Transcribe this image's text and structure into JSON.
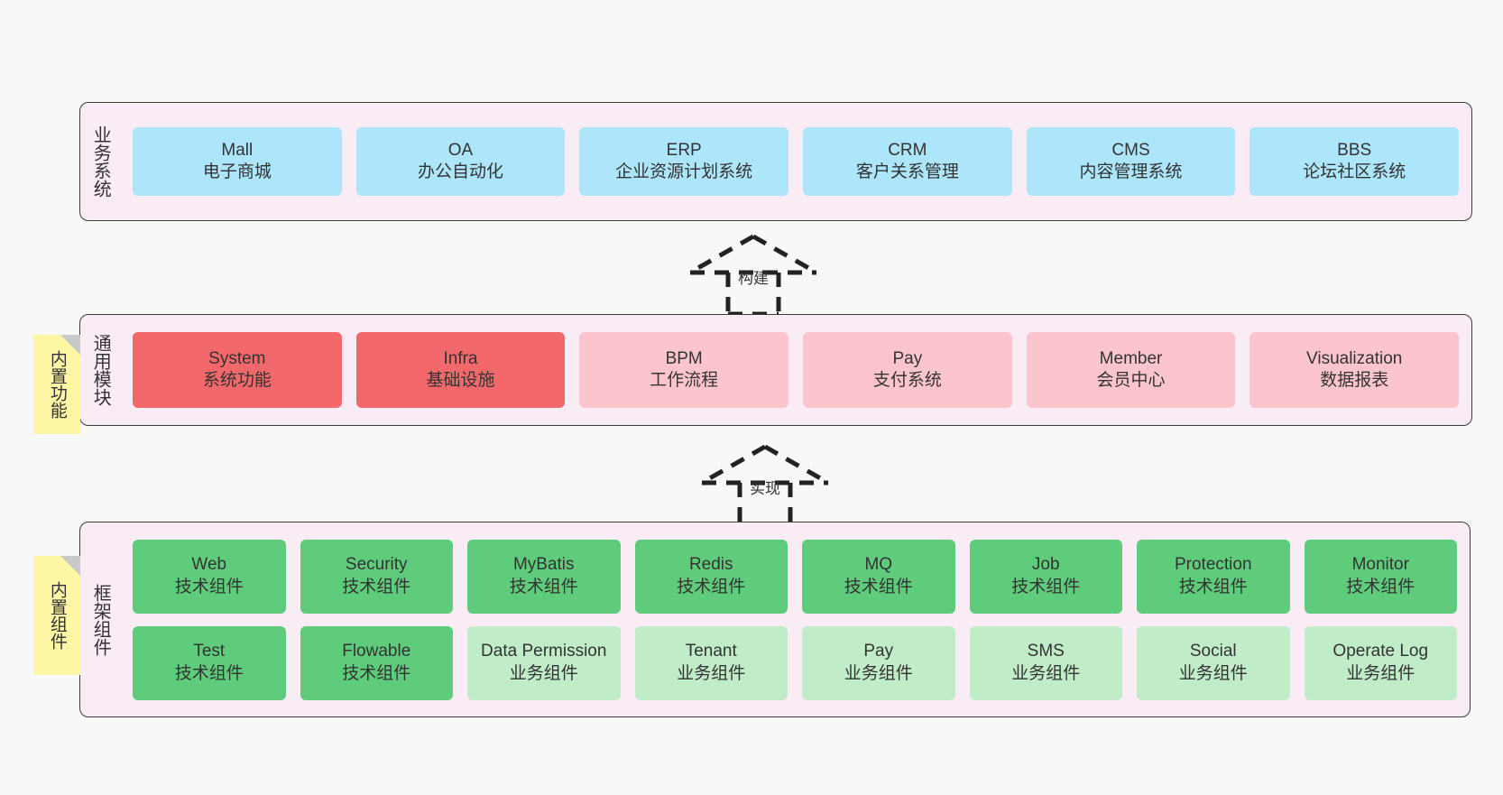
{
  "diagram": {
    "background_color": "#f8f8f8",
    "layers": [
      {
        "id": "business",
        "label": "业务系统",
        "nodes": [
          {
            "name": "Mall",
            "desc": "电子商城",
            "style": "blue"
          },
          {
            "name": "OA",
            "desc": "办公自动化",
            "style": "blue"
          },
          {
            "name": "ERP",
            "desc": "企业资源计划系统",
            "style": "blue"
          },
          {
            "name": "CRM",
            "desc": "客户关系管理",
            "style": "blue"
          },
          {
            "name": "CMS",
            "desc": "内容管理系统",
            "style": "blue"
          },
          {
            "name": "BBS",
            "desc": "论坛社区系统",
            "style": "blue"
          }
        ]
      },
      {
        "id": "common",
        "label": "通用模块",
        "nodes": [
          {
            "name": "System",
            "desc": "系统功能",
            "style": "red"
          },
          {
            "name": "Infra",
            "desc": "基础设施",
            "style": "red"
          },
          {
            "name": "BPM",
            "desc": "工作流程",
            "style": "pink"
          },
          {
            "name": "Pay",
            "desc": "支付系统",
            "style": "pink"
          },
          {
            "name": "Member",
            "desc": "会员中心",
            "style": "pink"
          },
          {
            "name": "Visualization",
            "desc": "数据报表",
            "style": "pink"
          }
        ]
      },
      {
        "id": "framework",
        "label": "框架组件",
        "row1": [
          {
            "name": "Web",
            "desc": "技术组件",
            "style": "green"
          },
          {
            "name": "Security",
            "desc": "技术组件",
            "style": "green"
          },
          {
            "name": "MyBatis",
            "desc": "技术组件",
            "style": "green"
          },
          {
            "name": "Redis",
            "desc": "技术组件",
            "style": "green"
          },
          {
            "name": "MQ",
            "desc": "技术组件",
            "style": "green"
          },
          {
            "name": "Job",
            "desc": "技术组件",
            "style": "green"
          },
          {
            "name": "Protection",
            "desc": "技术组件",
            "style": "green"
          },
          {
            "name": "Monitor",
            "desc": "技术组件",
            "style": "green"
          }
        ],
        "row2": [
          {
            "name": "Test",
            "desc": "技术组件",
            "style": "green"
          },
          {
            "name": "Flowable",
            "desc": "技术组件",
            "style": "green"
          },
          {
            "name": "Data Permission",
            "desc": "业务组件",
            "style": "lgreen"
          },
          {
            "name": "Tenant",
            "desc": "业务组件",
            "style": "lgreen"
          },
          {
            "name": "Pay",
            "desc": "业务组件",
            "style": "lgreen"
          },
          {
            "name": "SMS",
            "desc": "业务组件",
            "style": "lgreen"
          },
          {
            "name": "Social",
            "desc": "业务组件",
            "style": "lgreen"
          },
          {
            "name": "Operate Log",
            "desc": "业务组件",
            "style": "lgreen"
          }
        ]
      }
    ],
    "notes": [
      {
        "id": "builtin-function",
        "label": "内置功能"
      },
      {
        "id": "builtin-component",
        "label": "内置组件"
      }
    ],
    "connectors": [
      {
        "id": "build",
        "label": "构建",
        "style": "dashed-hollow-arrow-up"
      },
      {
        "id": "implement",
        "label": "实现",
        "style": "dashed-hollow-arrow-up"
      }
    ],
    "colors": {
      "blue": "#ade5fb",
      "red": "#f2686b",
      "pink": "#fcc5cd",
      "green": "#5fcc7c",
      "light_green": "#c1ecc8",
      "layer_fill": "#f9ecf5",
      "note_fill": "#fdf6a5",
      "border": "#3c3c3c"
    }
  }
}
